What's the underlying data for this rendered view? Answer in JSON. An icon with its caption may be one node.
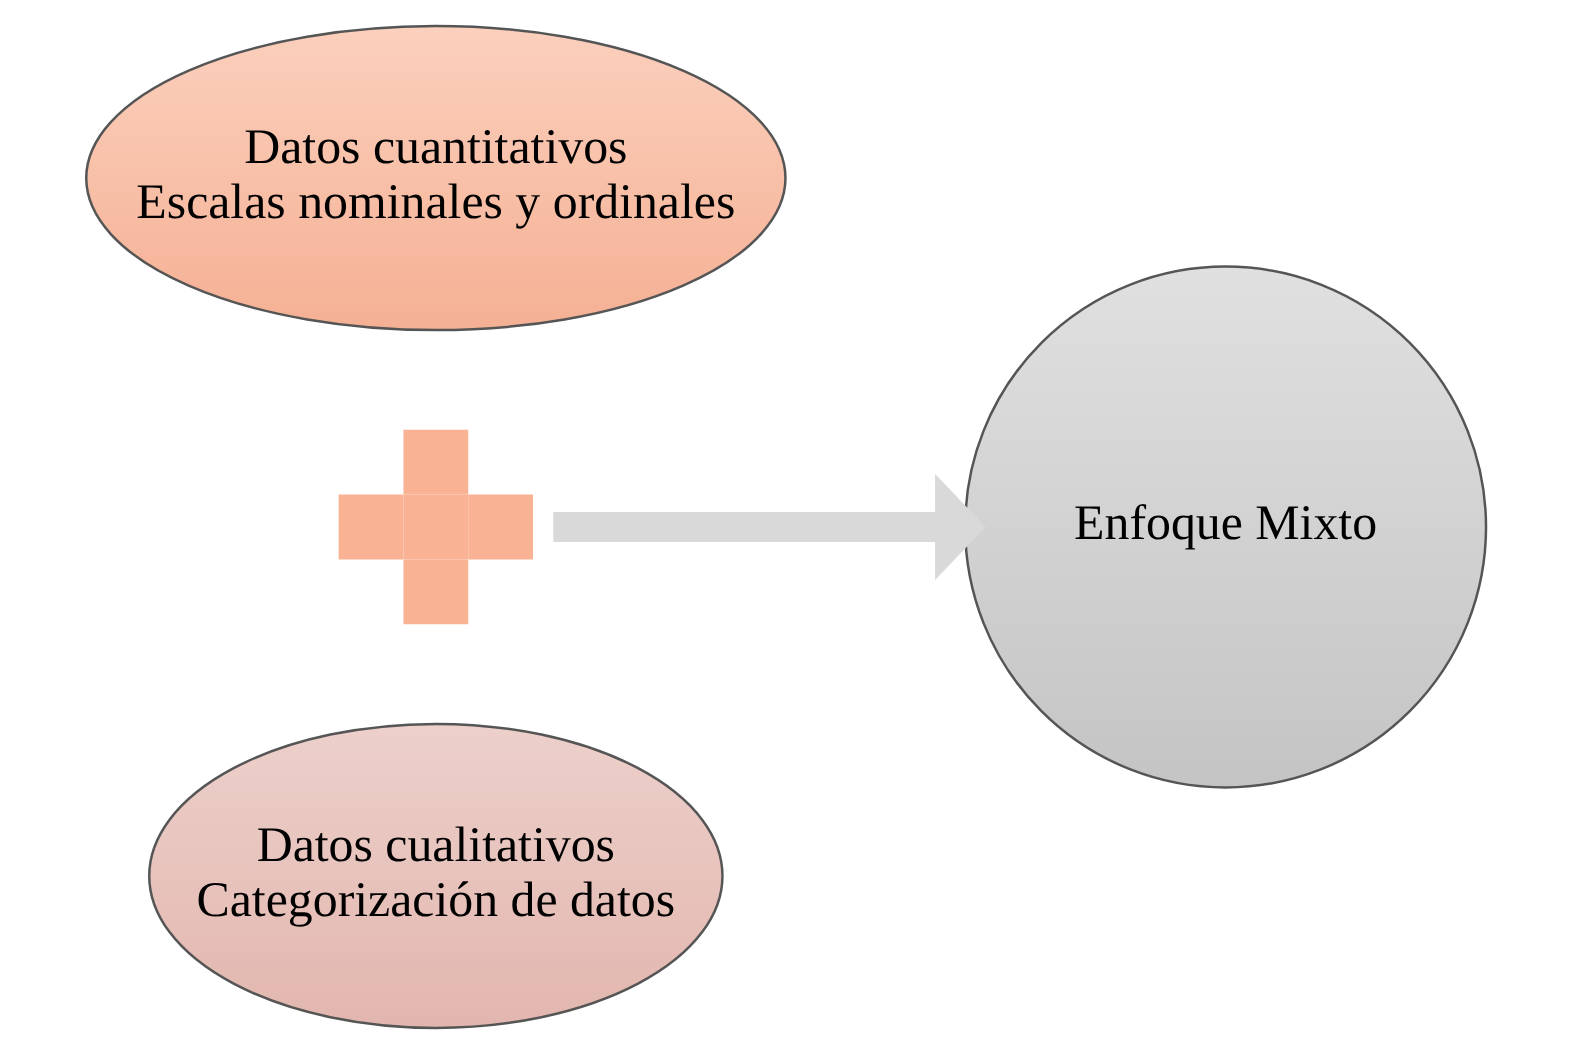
{
  "diagram": {
    "nodes": [
      {
        "text": [
          "Datos cuantitativos",
          "Escalas nominales y ordinales"
        ]
      },
      {
        "text": [],
        "shape": "plus"
      },
      {
        "text": [
          "Datos cualitativos",
          "Categorización de datos"
        ]
      },
      {
        "text": [
          "Enfoque Mixto"
        ]
      }
    ],
    "edges": [
      {
        "from": 1,
        "to": 3,
        "arrow": "to"
      }
    ]
  }
}
